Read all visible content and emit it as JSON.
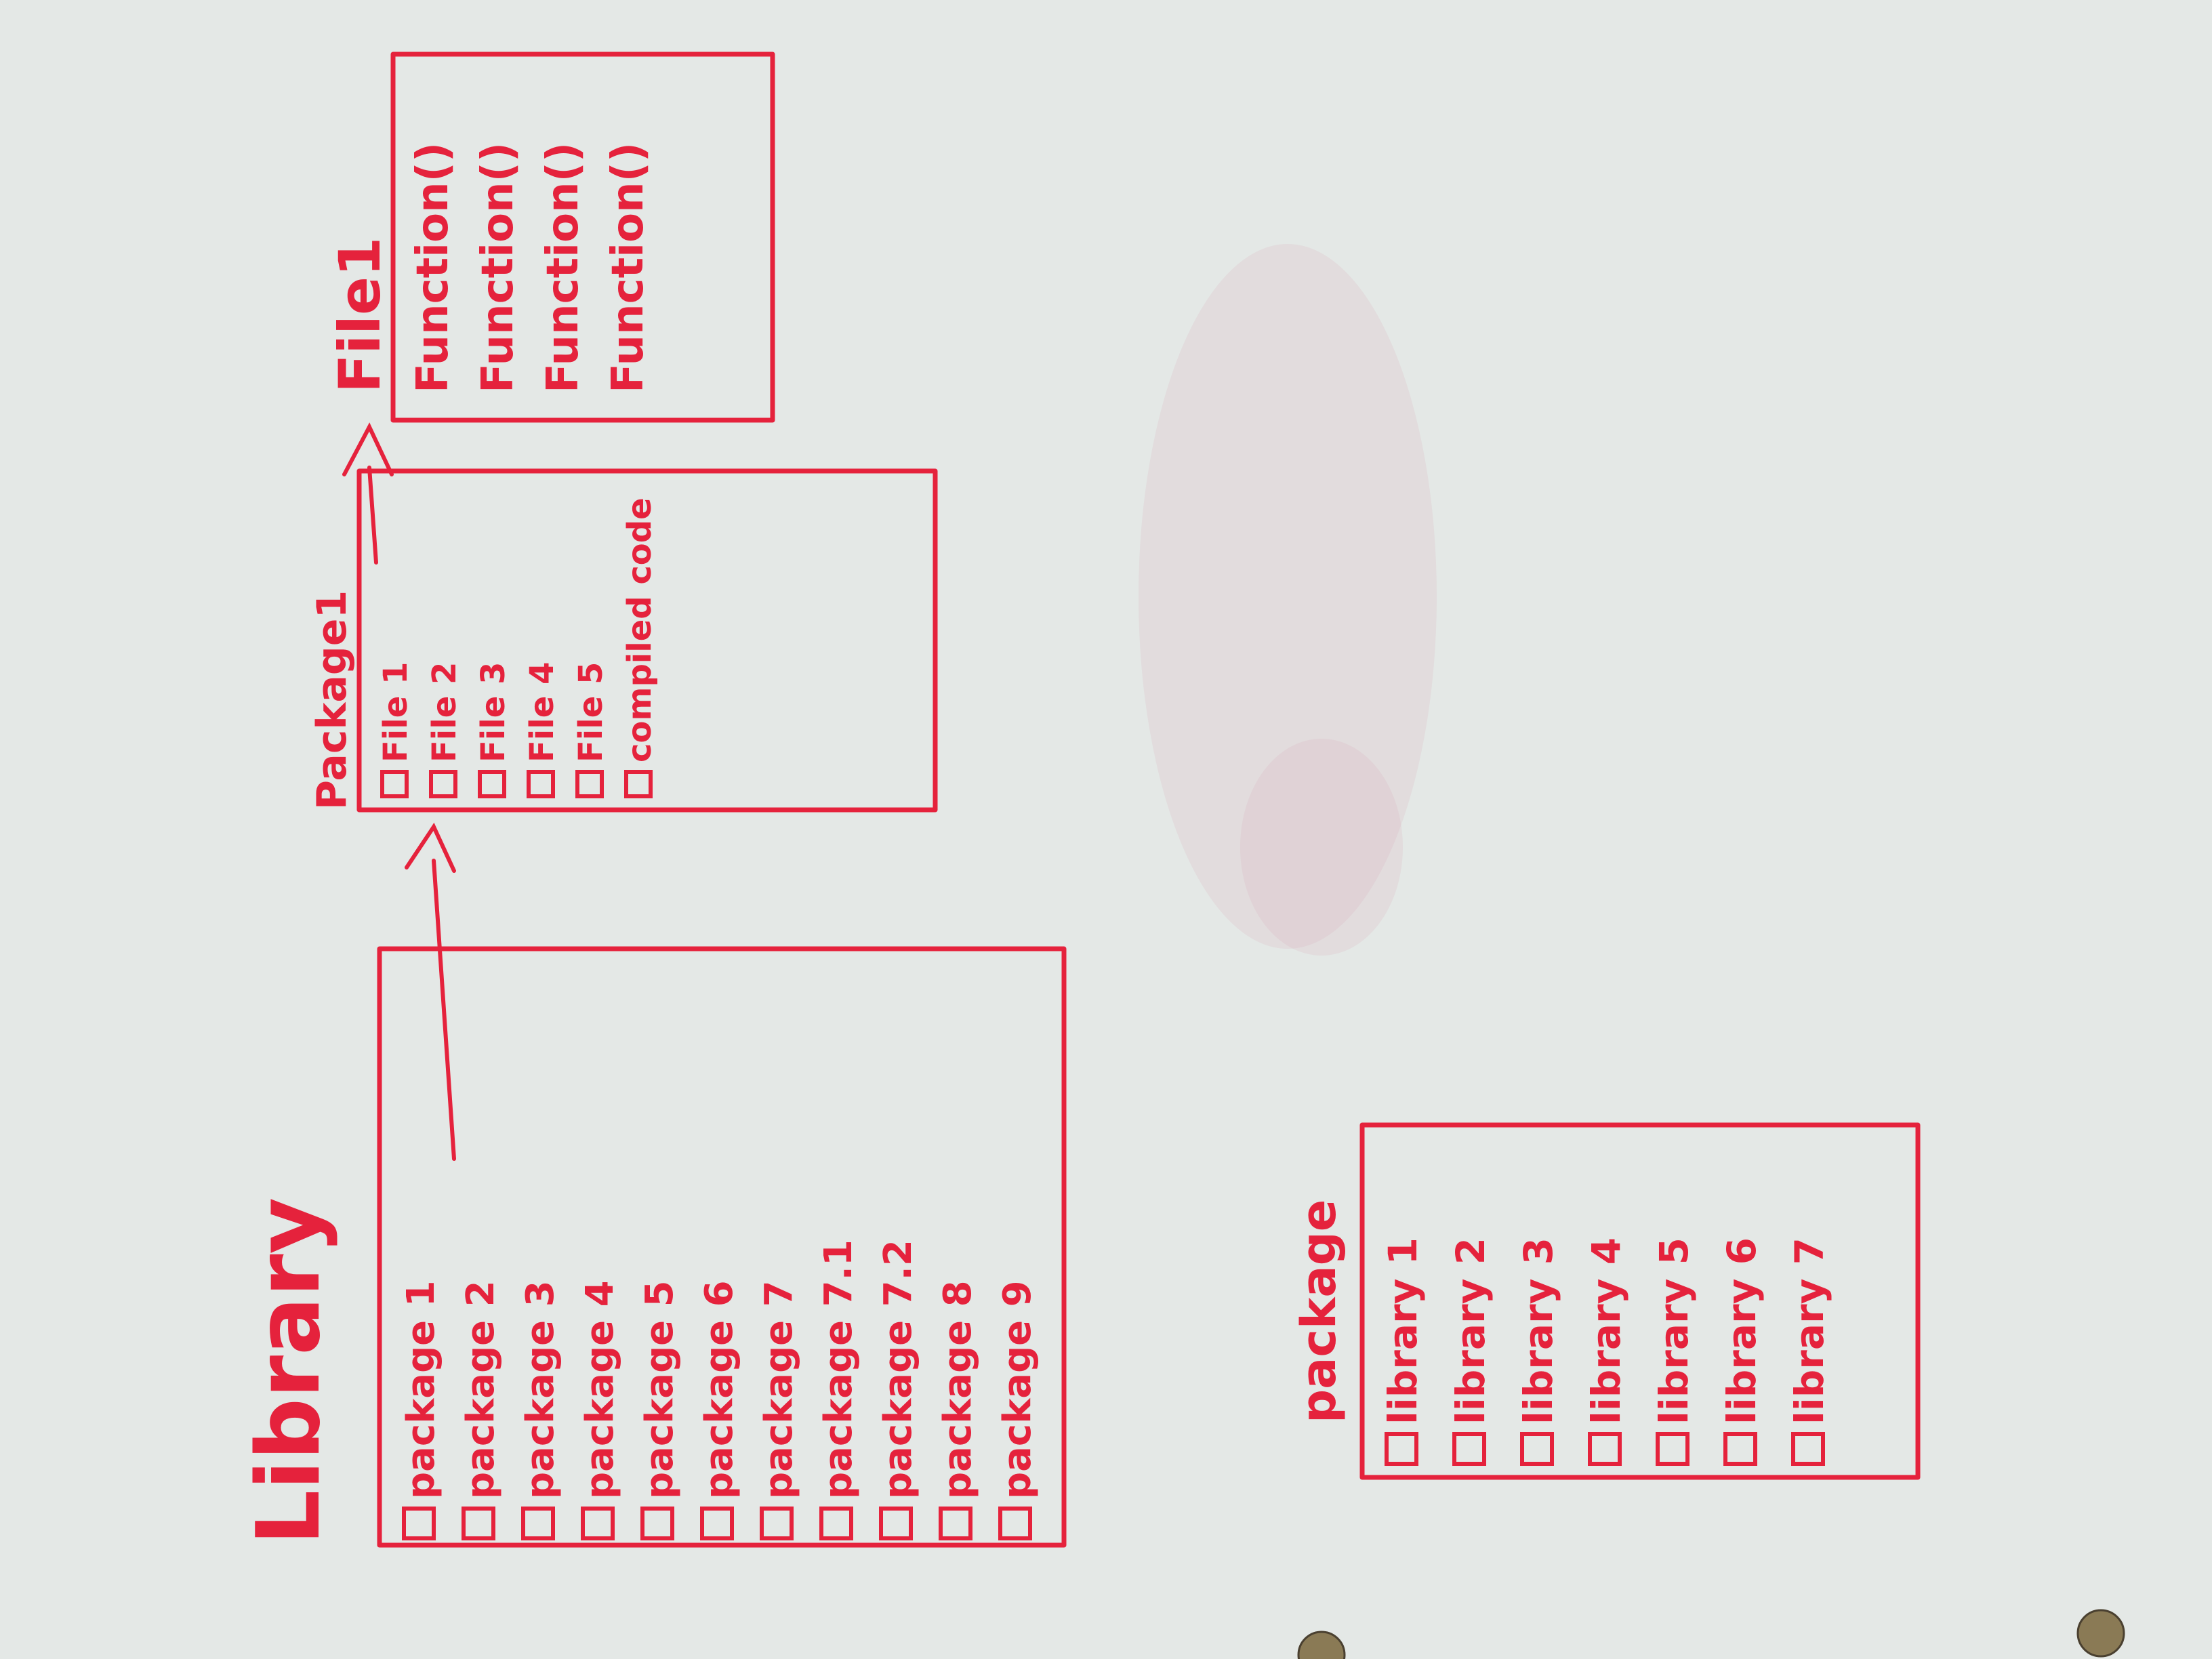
{
  "colors": {
    "ink": "#e5223c",
    "board": "#e4e8e6"
  },
  "library": {
    "title": "Library",
    "items": [
      "package 1",
      "package 2",
      "package 3",
      "package 4",
      "package 5",
      "package 6",
      "package 7",
      "package 7.1",
      "package 7.2",
      "package 8",
      "package 9"
    ]
  },
  "package1": {
    "title": "Package1",
    "items": [
      "File 1",
      "File 2",
      "File 3",
      "File 4",
      "File 5",
      "compiled code"
    ]
  },
  "file1": {
    "title": "File1",
    "items": [
      "Function()",
      "Function()",
      "Function()",
      "Function()"
    ]
  },
  "package": {
    "title": "package",
    "items": [
      "library 1",
      "library 2",
      "library 3",
      "library 4",
      "library 5",
      "library 6",
      "library 7"
    ]
  }
}
